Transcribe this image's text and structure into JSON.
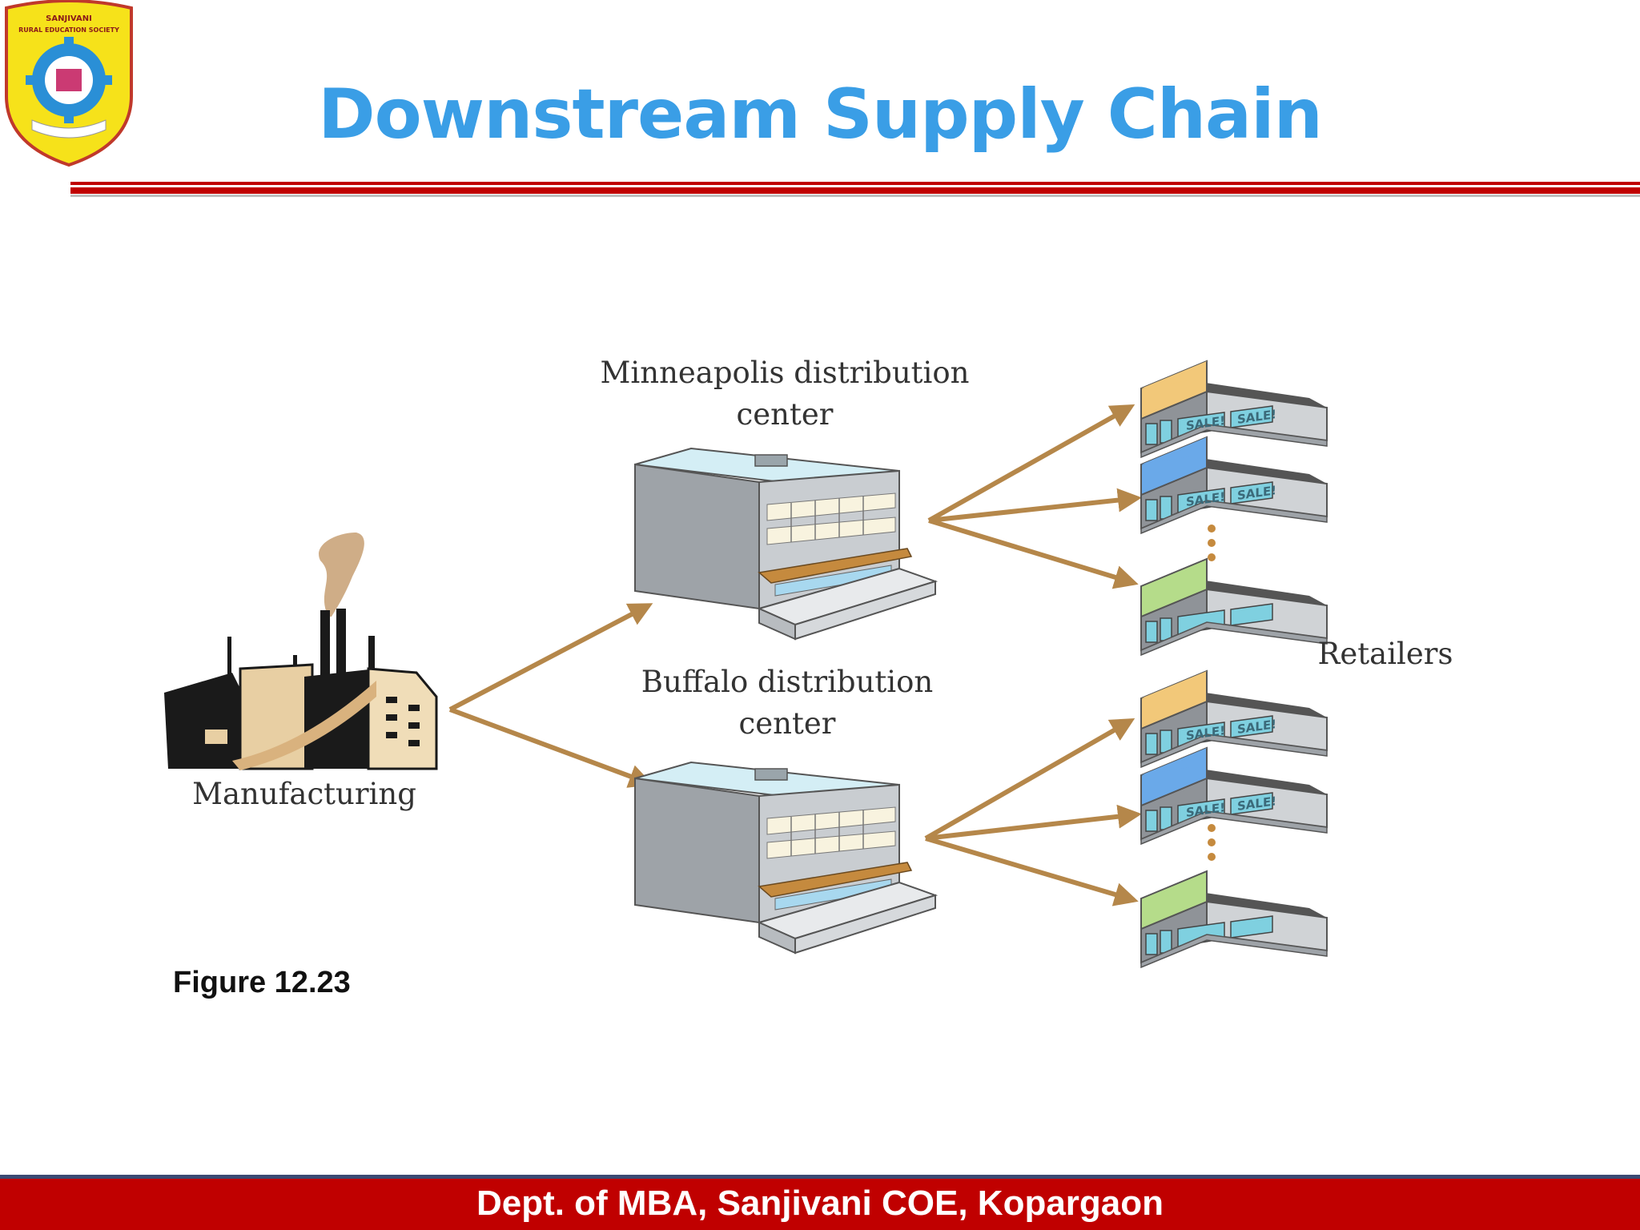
{
  "slide": {
    "title": "Downstream Supply Chain",
    "footer": "Dept. of MBA, Sanjivani COE, Kopargaon",
    "logo_text": [
      "SANJIVANI",
      "RURAL EDUCATION SOCIETY"
    ]
  },
  "diagram": {
    "nodes": {
      "manufacturing": "Manufacturing",
      "minneapolis": [
        "Minneapolis distribution",
        "center"
      ],
      "buffalo": [
        "Buffalo distribution",
        "center"
      ],
      "retailers": "Retailers"
    },
    "store_sign": "SALE!",
    "caption": "Figure 12.23"
  },
  "colors": {
    "title": "#3a9ee6",
    "rule": "#c00000",
    "footer_bg": "#c00000",
    "arrow": "#b5874a",
    "store_yellow": "#f2c879",
    "store_blue": "#6aa9e9",
    "store_green": "#b5dc8a"
  }
}
